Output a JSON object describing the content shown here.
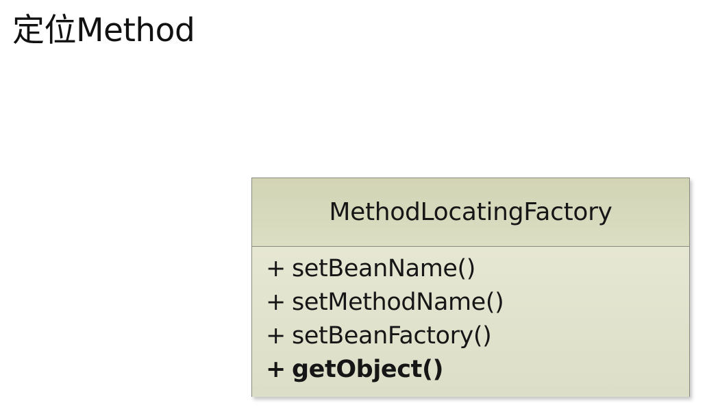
{
  "slide": {
    "title": "定位Method"
  },
  "uml_class": {
    "name": "MethodLocatingFactory",
    "operations": [
      {
        "visibility": "+",
        "name": "setBeanName()",
        "emphasis": "normal"
      },
      {
        "visibility": "+",
        "name": "setMethodName()",
        "emphasis": "normal"
      },
      {
        "visibility": "+",
        "name": "setBeanFactory()",
        "emphasis": "normal"
      },
      {
        "visibility": "+",
        "name": "getObject()",
        "emphasis": "bold"
      }
    ]
  },
  "colors": {
    "header_fill": "#d2d4b5",
    "body_fill": "#e2e3cc",
    "border": "#8a8a7e",
    "text": "#161616"
  }
}
